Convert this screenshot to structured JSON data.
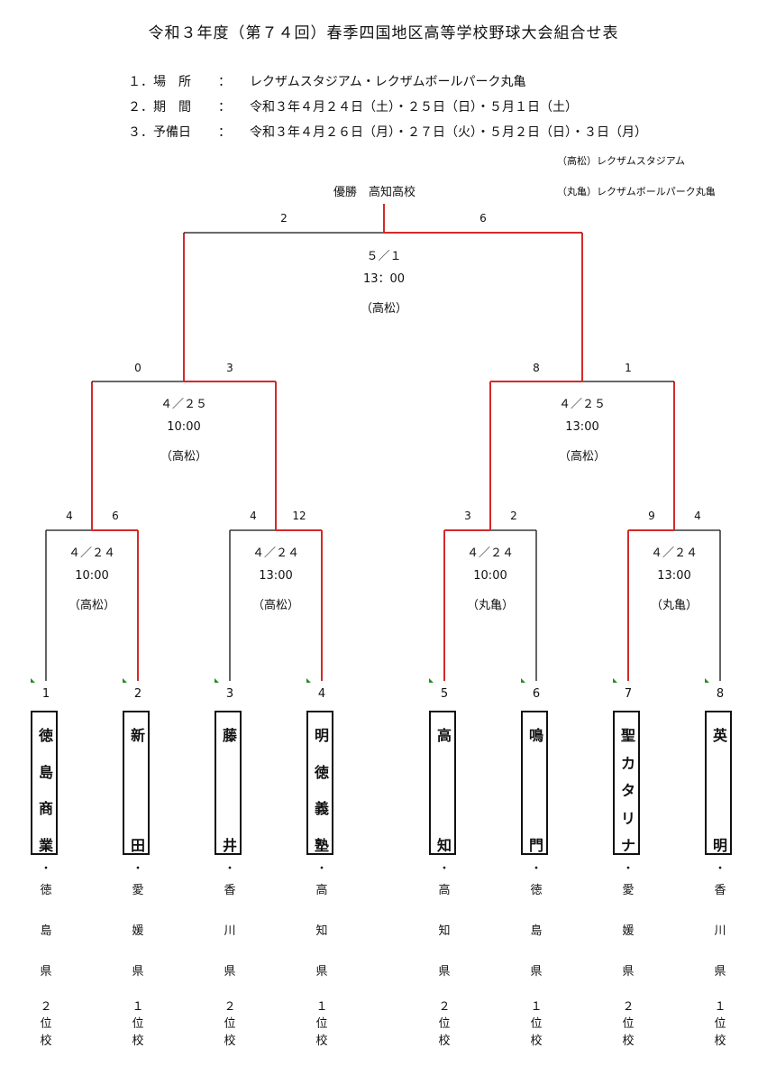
{
  "title": "令和３年度（第７４回）春季四国地区高等学校野球大会組合せ表",
  "info": [
    {
      "label": "１．場　所",
      "colon": "：",
      "value": "レクザムスタジアム・レクザムボールパーク丸亀"
    },
    {
      "label": "２．期　間",
      "colon": "：",
      "value": "令和３年４月２４日（土）・２５日（日）・５月１日（土）"
    },
    {
      "label": "３．予備日",
      "colon": "：",
      "value": "令和３年４月２６日（月）・２７日（火）・５月２日（日）・３日（月）"
    }
  ],
  "venue_notes": [
    "（高松）レクザムスタジアム",
    "（丸亀）レクザムボールパーク丸亀"
  ],
  "champion": "優勝　高知高校",
  "final": {
    "score_left": "2",
    "score_right": "6",
    "date": "５／１",
    "time": "13：00",
    "venue": "（高松）"
  },
  "semis": [
    {
      "score_left": "0",
      "score_right": "3",
      "date": "４／２５",
      "time": "10:00",
      "venue": "（高松）"
    },
    {
      "score_left": "8",
      "score_right": "1",
      "date": "４／２５",
      "time": "13:00",
      "venue": "（高松）"
    }
  ],
  "quarters": [
    {
      "score_left": "4",
      "score_right": "6",
      "date": "４／２４",
      "time": "10:00",
      "venue": "（高松）"
    },
    {
      "score_left": "4",
      "score_right": "12",
      "date": "４／２４",
      "time": "13:00",
      "venue": "（高松）"
    },
    {
      "score_left": "3",
      "score_right": "2",
      "date": "４／２４",
      "time": "10:00",
      "venue": "（丸亀）"
    },
    {
      "score_left": "9",
      "score_right": "4",
      "date": "４／２４",
      "time": "13:00",
      "venue": "（丸亀）"
    }
  ],
  "teams": [
    {
      "seed": "1",
      "name": "徳島商業",
      "name_chars": [
        "徳",
        "島",
        "商",
        "業"
      ],
      "dot": "・",
      "pref_chars": [
        "徳",
        "島",
        "県"
      ],
      "rank_chars": [
        "２",
        "位",
        "校"
      ]
    },
    {
      "seed": "2",
      "name": "新田",
      "name_chars": [
        "新",
        "田"
      ],
      "dot": "・",
      "pref_chars": [
        "愛",
        "媛",
        "県"
      ],
      "rank_chars": [
        "１",
        "位",
        "校"
      ]
    },
    {
      "seed": "3",
      "name": "藤井",
      "name_chars": [
        "藤",
        "井"
      ],
      "dot": "・",
      "pref_chars": [
        "香",
        "川",
        "県"
      ],
      "rank_chars": [
        "２",
        "位",
        "校"
      ]
    },
    {
      "seed": "4",
      "name": "明徳義塾",
      "name_chars": [
        "明",
        "徳",
        "義",
        "塾"
      ],
      "dot": "・",
      "pref_chars": [
        "高",
        "知",
        "県"
      ],
      "rank_chars": [
        "１",
        "位",
        "校"
      ]
    },
    {
      "seed": "5",
      "name": "高知",
      "name_chars": [
        "高",
        "知"
      ],
      "dot": "・",
      "pref_chars": [
        "高",
        "知",
        "県"
      ],
      "rank_chars": [
        "２",
        "位",
        "校"
      ]
    },
    {
      "seed": "6",
      "name": "鳴門",
      "name_chars": [
        "鳴",
        "門"
      ],
      "dot": "・",
      "pref_chars": [
        "徳",
        "島",
        "県"
      ],
      "rank_chars": [
        "１",
        "位",
        "校"
      ]
    },
    {
      "seed": "7",
      "name": "聖カタリナ",
      "name_chars": [
        "聖",
        "カ",
        "タ",
        "リ",
        "ナ"
      ],
      "dot": "・",
      "pref_chars": [
        "愛",
        "媛",
        "県"
      ],
      "rank_chars": [
        "２",
        "位",
        "校"
      ]
    },
    {
      "seed": "8",
      "name": "英明",
      "name_chars": [
        "英",
        "明"
      ],
      "dot": "・",
      "pref_chars": [
        "香",
        "川",
        "県"
      ],
      "rank_chars": [
        "１",
        "位",
        "校"
      ]
    }
  ],
  "colors": {
    "winner_line": "#d42a2a",
    "loser_line": "#111111",
    "flag": "#2a8a2a"
  }
}
